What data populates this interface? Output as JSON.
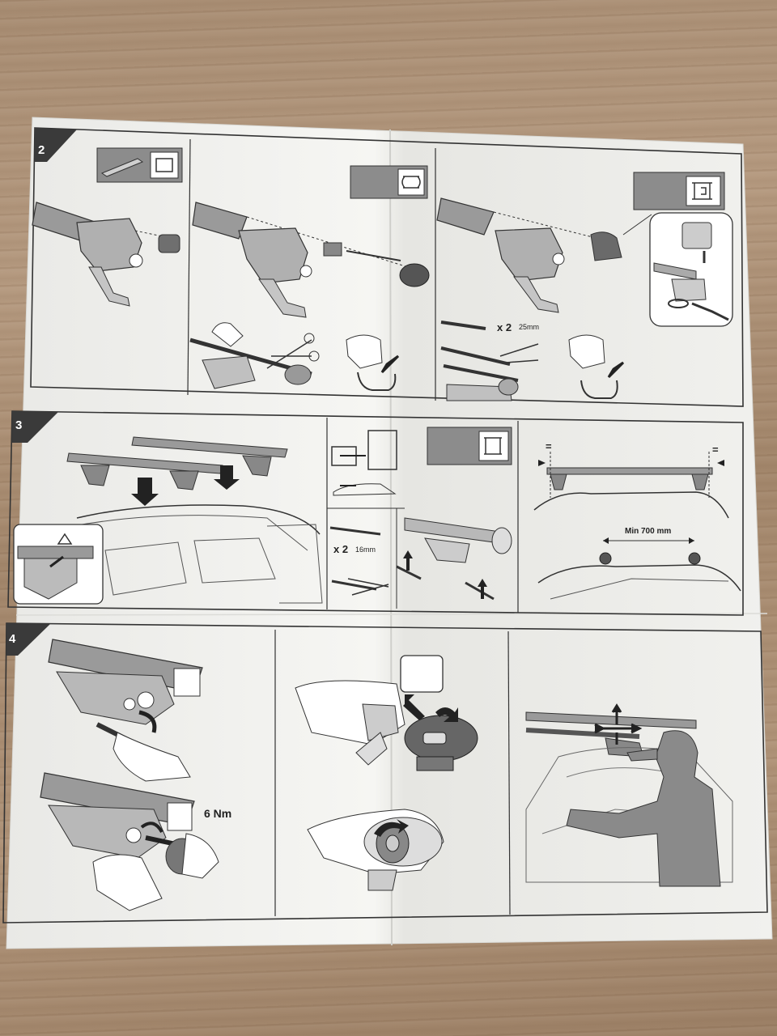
{
  "document": {
    "steps": [
      {
        "label": "2"
      },
      {
        "label": "3"
      },
      {
        "label": "4"
      }
    ],
    "step2": {
      "qty": "x 2",
      "cut_length": "25mm"
    },
    "step3": {
      "qty": "x 2",
      "cut_length": "16mm",
      "min_spacing": "Min 700 mm",
      "equal_mark": "="
    },
    "step4": {
      "torque": "6 Nm"
    }
  },
  "colors": {
    "paper": "#f3f3f0",
    "ink": "#222222",
    "fill_gray": "#9a9a9a",
    "wood": "#a88d73"
  },
  "icons": [
    "bar-profile-icon",
    "end-cap-icon",
    "rubber-strip-icon",
    "arrow-icon",
    "scissors-icon",
    "hand-icon",
    "allen-key-icon",
    "car-roof-icon",
    "person-icon"
  ]
}
